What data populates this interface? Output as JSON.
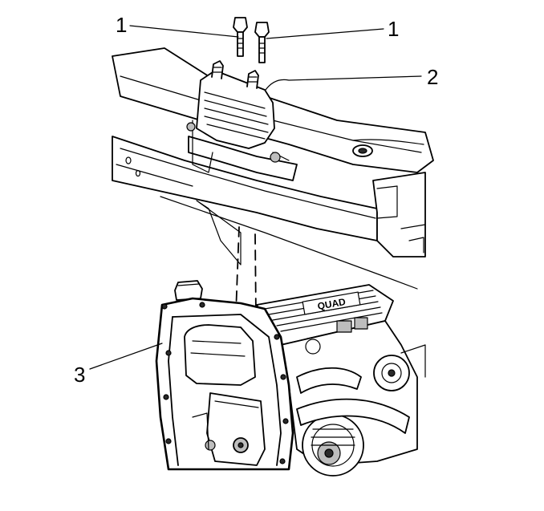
{
  "callouts": [
    {
      "id": "1a",
      "label": "1"
    },
    {
      "id": "1b",
      "label": "1"
    },
    {
      "id": "2",
      "label": "2"
    },
    {
      "id": "3",
      "label": "3"
    }
  ],
  "engine_cover_text": "QUAD"
}
